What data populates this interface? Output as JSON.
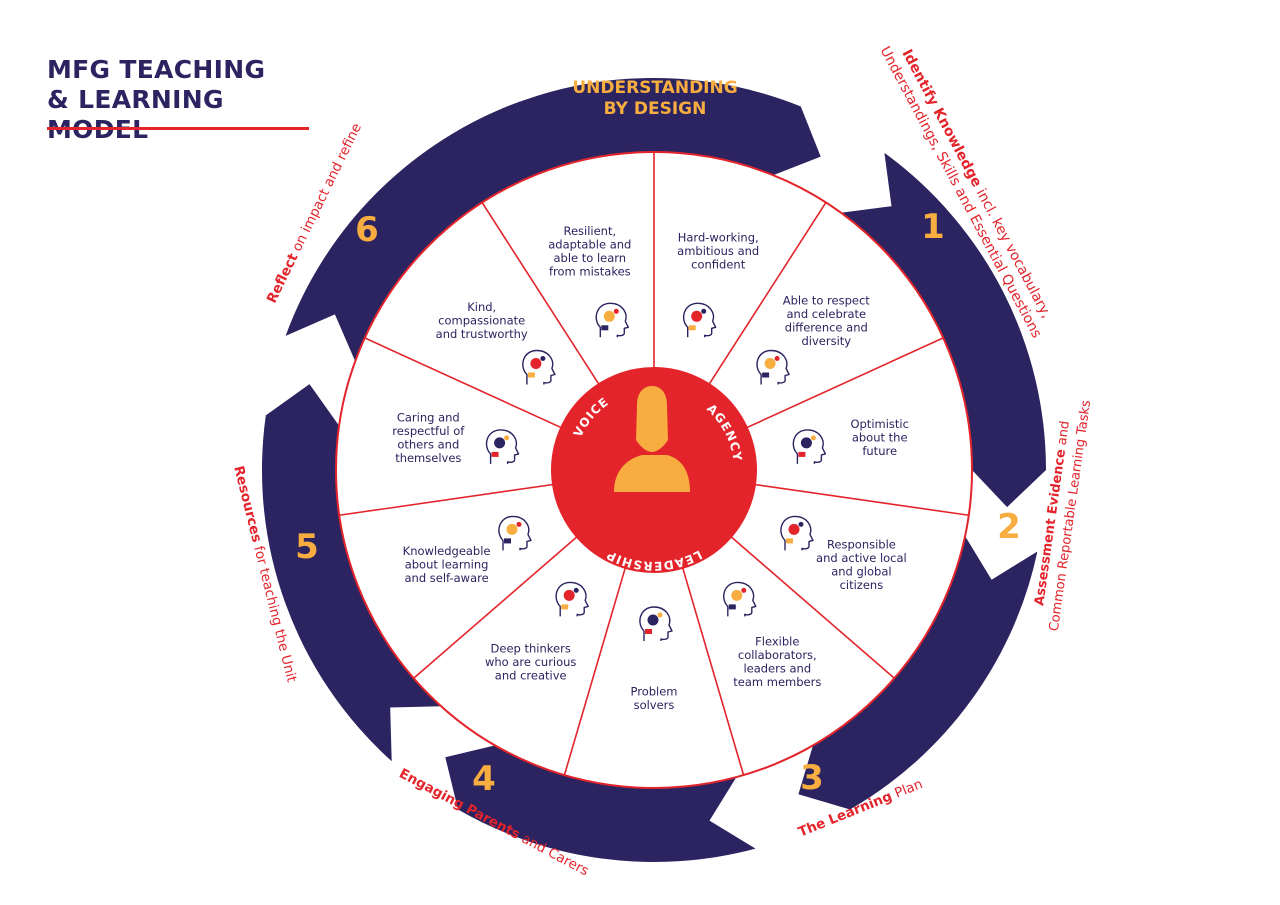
{
  "title": {
    "line1": "MFG TEACHING",
    "line2": "& LEARNING MODEL"
  },
  "banner": {
    "line1": "UNDERSTANDING",
    "line2": "BY DESIGN"
  },
  "center": {
    "top_left": "VOICE",
    "top_right": "AGENCY",
    "bottom": "LEADERSHIP"
  },
  "steps": [
    {
      "number": "1",
      "bold": "Identify Knowledge",
      "rest_line1": " incl. key vocabulary,",
      "line2": "Understandings, Skills and Essential Questions"
    },
    {
      "number": "2",
      "bold": "Assessment Evidence",
      "rest_line1": " and",
      "line2": "Common Reportable Learning Tasks"
    },
    {
      "number": "3",
      "bold": "The Learning",
      "rest_line1": " Plan",
      "line2": ""
    },
    {
      "number": "4",
      "bold": "Engaging Parents",
      "rest_line1": " and Carers",
      "line2": ""
    },
    {
      "number": "5",
      "bold": "Resources",
      "rest_line1": " for teaching the Unit",
      "line2": ""
    },
    {
      "number": "6",
      "bold": "Reflect",
      "rest_line1": " on impact and refine",
      "line2": ""
    }
  ],
  "attributes": [
    {
      "lines": [
        "Hard-working,",
        "ambitious and",
        "confident"
      ],
      "icon": "climbing-ladder-head-icon"
    },
    {
      "lines": [
        "Able to respect",
        "and celebrate",
        "difference and",
        "diversity"
      ],
      "icon": "rainbow-head-icon"
    },
    {
      "lines": [
        "Optimistic",
        "about the",
        "future"
      ],
      "icon": "growing-tree-head-icon"
    },
    {
      "lines": [
        "Responsible",
        "and active local",
        "and global",
        "citizens"
      ],
      "icon": "globe-head-icon"
    },
    {
      "lines": [
        "Flexible",
        "collaborators,",
        "leaders and",
        "team members"
      ],
      "icon": "gears-head-icon"
    },
    {
      "lines": [
        "Problem",
        "solvers"
      ],
      "icon": "target-head-icon"
    },
    {
      "lines": [
        "Deep thinkers",
        "who are curious",
        "and creative"
      ],
      "icon": "question-head-icon"
    },
    {
      "lines": [
        "Knowledgeable",
        "about learning",
        "and self-aware"
      ],
      "icon": "graduation-head-icon"
    },
    {
      "lines": [
        "Caring and",
        "respectful of",
        "others and",
        "themselves"
      ],
      "icon": "people-in-hands-icon"
    },
    {
      "lines": [
        "Kind,",
        "compassionate",
        "and trustworthy"
      ],
      "icon": "heart-shield-head-icon"
    },
    {
      "lines": [
        "Resilient,",
        "adaptable and",
        "able to learn",
        "from mistakes"
      ],
      "icon": "obstacle-head-icon"
    }
  ],
  "colors": {
    "navy": "#2b2460",
    "red": "#e3242b",
    "gold": "#f7ad3f",
    "white": "#ffffff"
  }
}
